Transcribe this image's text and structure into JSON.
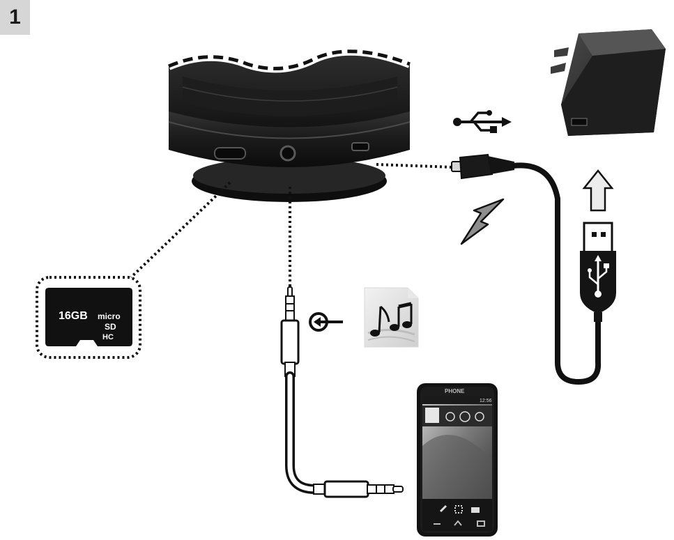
{
  "step": {
    "number": "1"
  },
  "sd_card": {
    "capacity": "16GB",
    "brand_line1": "micro",
    "brand_line2": "SD",
    "brand_line3": "HC"
  },
  "phone": {
    "brand": "PHONE",
    "time": "12:56"
  },
  "colors": {
    "ink": "#111111",
    "gray": "#8a8a8a",
    "cushion": "#2a2a2a"
  },
  "icons": [
    "usb-symbol-icon",
    "lightning-icon",
    "arrow-up-icon",
    "music-notes-icon",
    "audio-input-icon"
  ]
}
